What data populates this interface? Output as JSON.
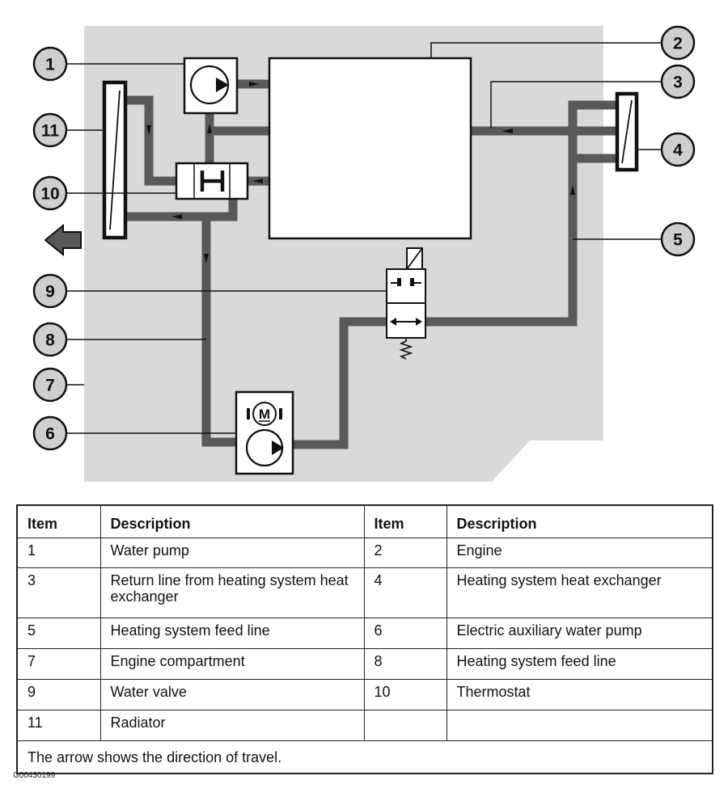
{
  "callouts": [
    "1",
    "2",
    "3",
    "4",
    "5",
    "6",
    "7",
    "8",
    "9",
    "10",
    "11"
  ],
  "motor_label": "M",
  "table": {
    "headers": [
      "Item",
      "Description",
      "Item",
      "Description"
    ],
    "rows": [
      [
        {
          "item": "1",
          "desc": "Water pump"
        },
        {
          "item": "2",
          "desc": "Engine"
        }
      ],
      [
        {
          "item": "3",
          "desc": "Return line from heating system heat exchanger"
        },
        {
          "item": "4",
          "desc": "Heating system heat exchanger"
        }
      ],
      [
        {
          "item": "5",
          "desc": "Heating system feed line"
        },
        {
          "item": "6",
          "desc": "Electric auxiliary water pump"
        }
      ],
      [
        {
          "item": "7",
          "desc": "Engine compartment"
        },
        {
          "item": "8",
          "desc": "Heating system feed line"
        }
      ],
      [
        {
          "item": "9",
          "desc": "Water valve"
        },
        {
          "item": "10",
          "desc": "Thermostat"
        }
      ],
      [
        {
          "item": "11",
          "desc": "Radiator"
        },
        {
          "item": "",
          "desc": ""
        }
      ]
    ],
    "note": "The arrow shows the direction of travel."
  },
  "figure_ref": "G00430199",
  "colors": {
    "background": "#d9d9d9",
    "pipe": "#595959",
    "outline": "#111111"
  }
}
